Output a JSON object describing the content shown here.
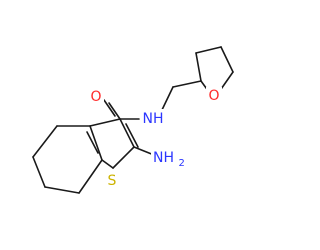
{
  "molecule": {
    "atoms": {
      "oxygen_carbonyl": {
        "label": "O",
        "color": "#ff2a2a"
      },
      "amide_nh": {
        "label": "NH",
        "color": "#2b36ff"
      },
      "ring_oxygen": {
        "label": "O",
        "color": "#ff2a2a"
      },
      "amino_n": {
        "label": "NH",
        "subscript": "2",
        "color": "#2b36ff"
      },
      "sulfur": {
        "label": "S",
        "color": "#ccb300"
      }
    },
    "bond_color": "#1a1a1a"
  }
}
